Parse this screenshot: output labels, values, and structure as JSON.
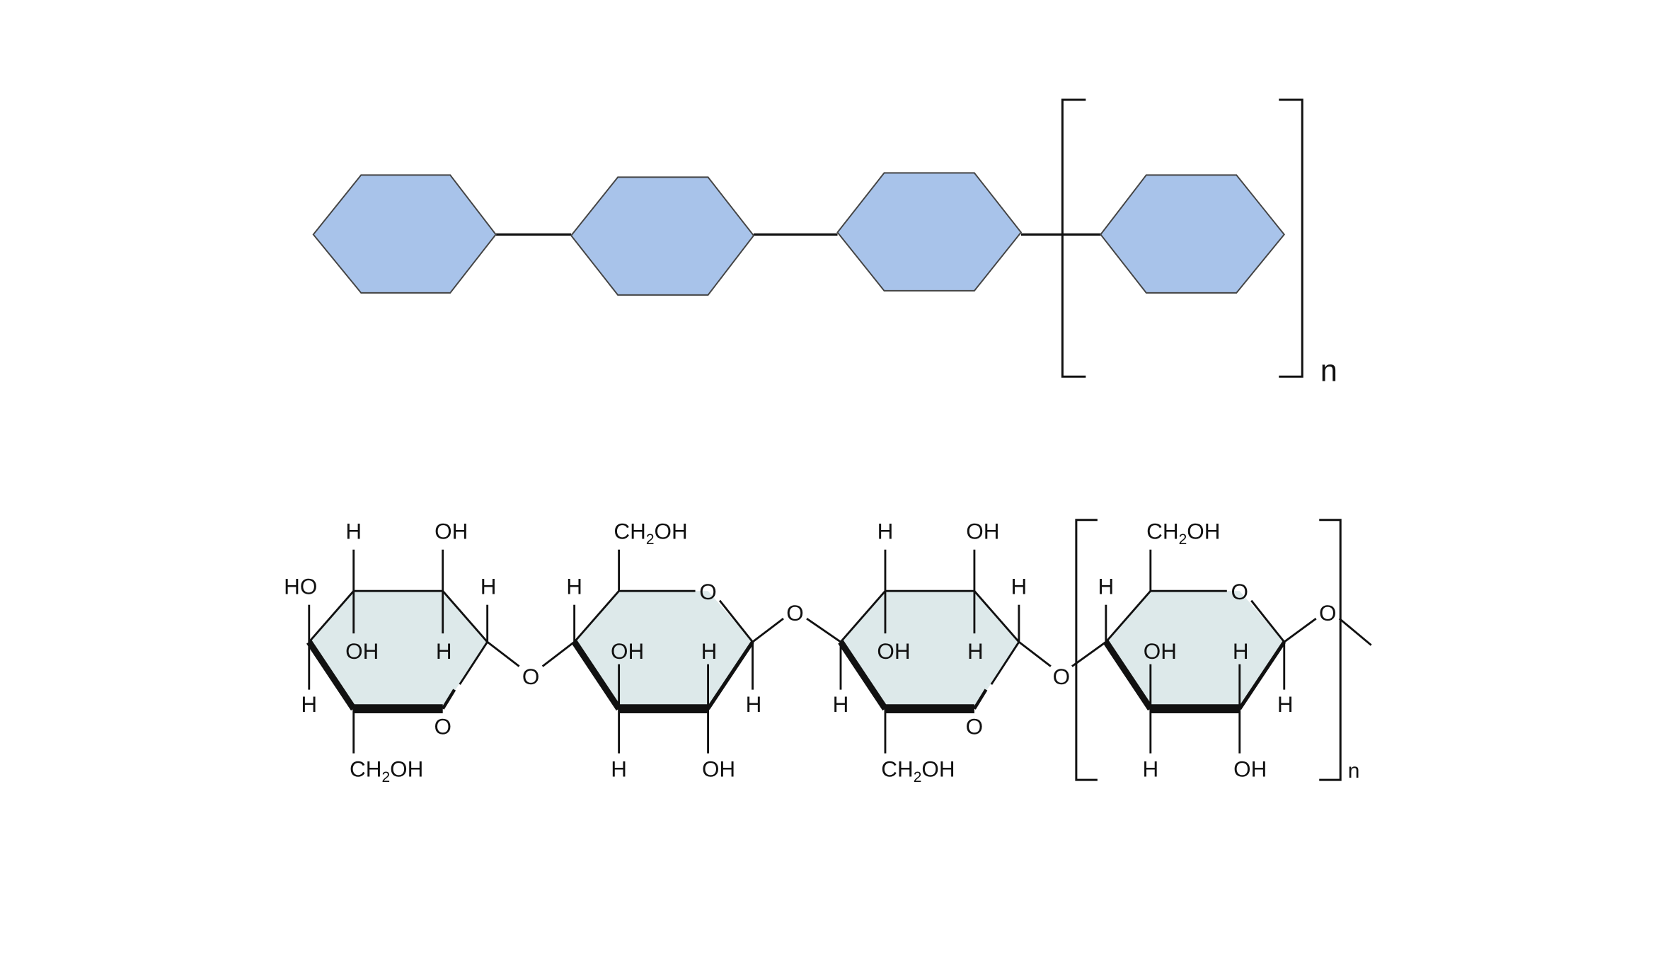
{
  "colors": {
    "schematic_hexagon_fill": "#a8c3ea",
    "ring_fill": "#dde9ea",
    "line": "#111111",
    "background": "#ffffff"
  },
  "schematic": {
    "repeat_label": "n"
  },
  "structure": {
    "repeat_label": "n",
    "atom_labels": {
      "oxygen": "O",
      "hydrogen": "H",
      "hydroxyl": "OH",
      "hydroxyl_left": "HO",
      "hydroxymethyl_prefix": "CH",
      "hydroxymethyl_subscript": "2",
      "hydroxymethyl_suffix": "OH"
    }
  }
}
